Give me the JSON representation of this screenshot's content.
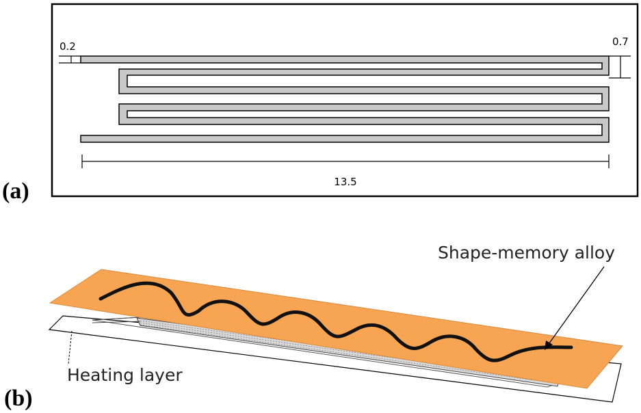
{
  "panel_a": {
    "label": "(a)",
    "dimension_gap": "0.2",
    "dimension_trace_width": "0.7",
    "dimension_length": "13.5"
  },
  "panel_b": {
    "label": "(b)",
    "alloy_label": "Shape-memory alloy",
    "heating_label": "Heating layer"
  },
  "colors": {
    "trace_fill": "#c8c8c8",
    "alloy_orange": "#f7a453",
    "wire": "#111111"
  }
}
